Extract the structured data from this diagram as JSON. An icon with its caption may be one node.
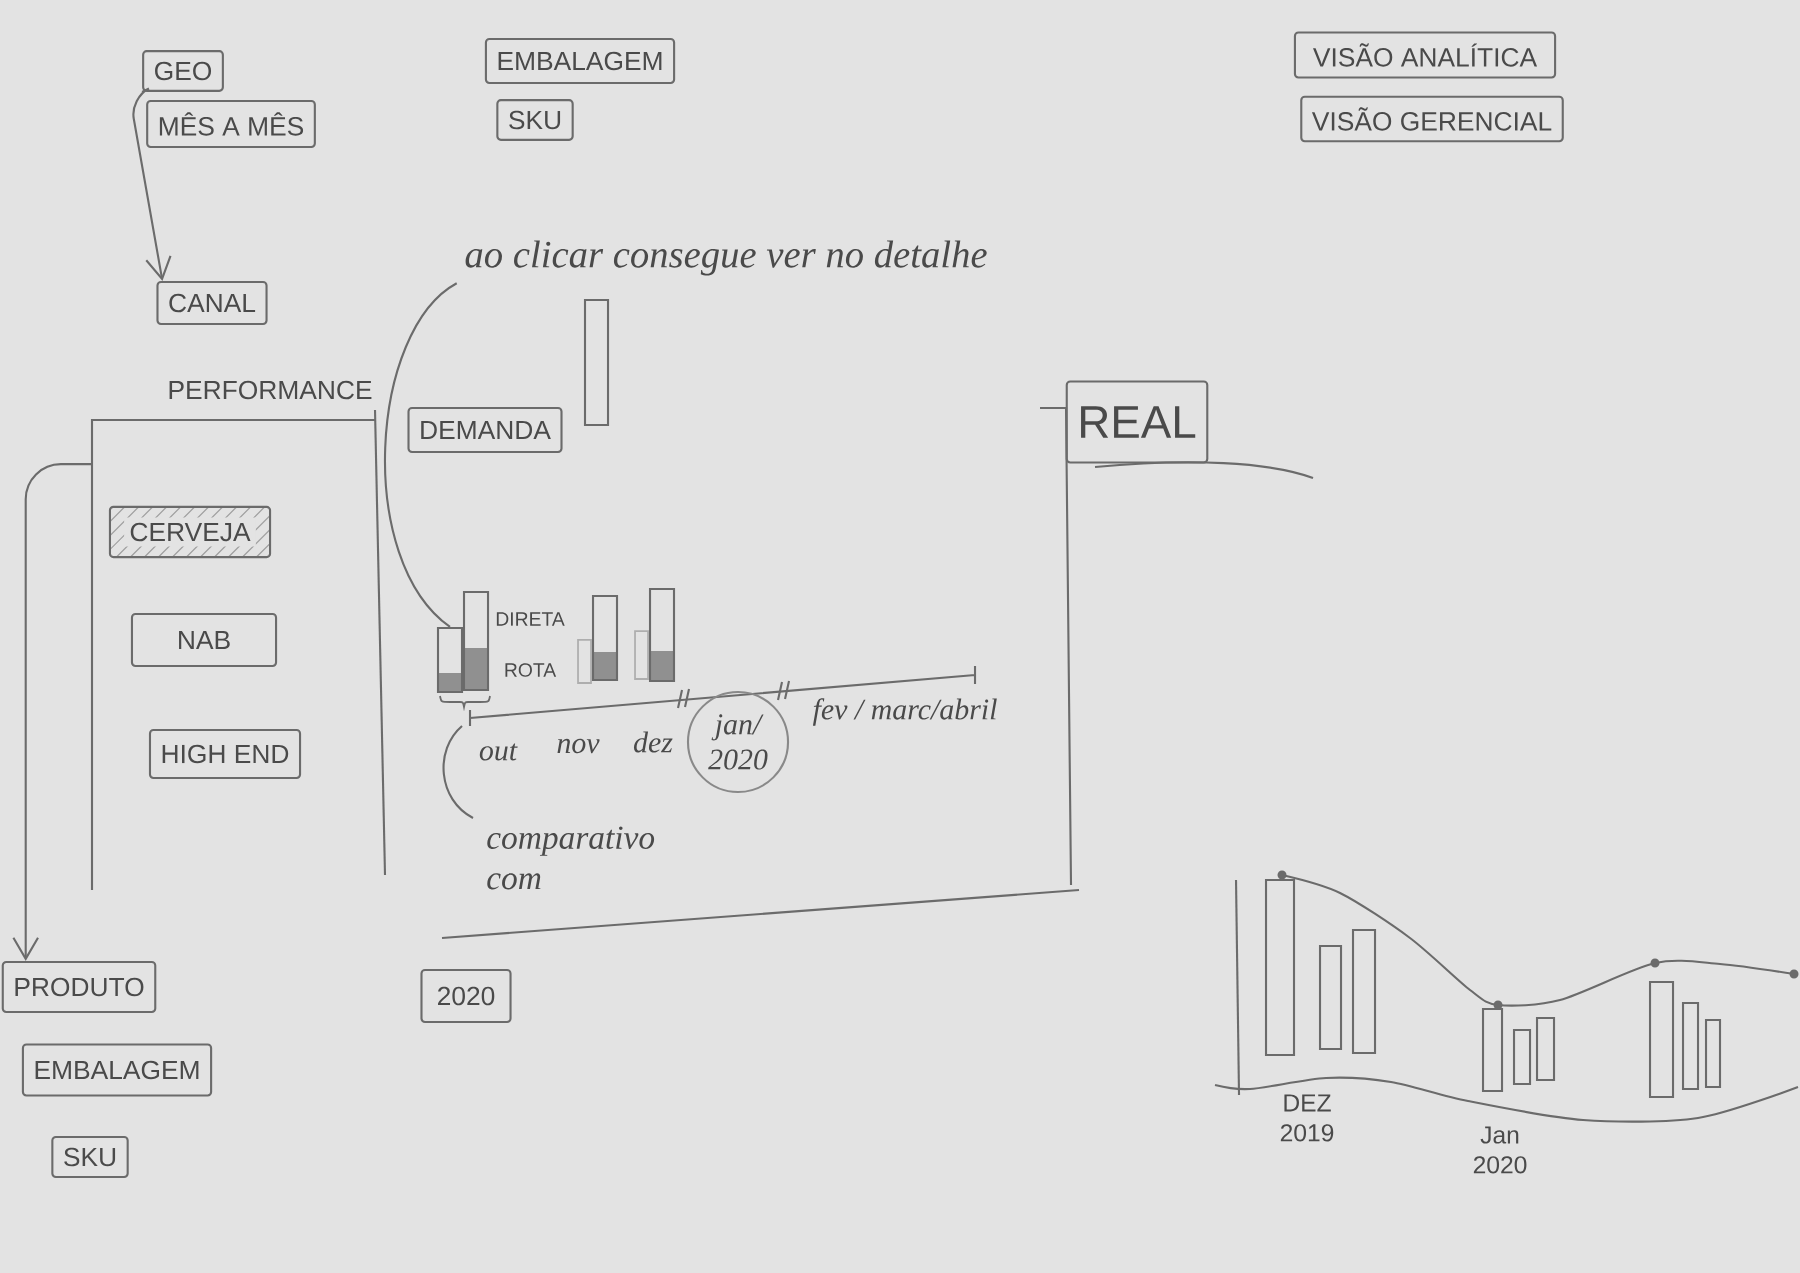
{
  "diagram": {
    "nodes": [
      {
        "text": [
          "GEO"
        ]
      },
      {
        "text": [
          "EMBALAGEM"
        ]
      },
      {
        "text": [
          "VISÃO ANALÍTICA"
        ]
      },
      {
        "text": [
          "MÊS A MÊS"
        ]
      },
      {
        "text": [
          "SKU"
        ]
      },
      {
        "text": [
          "VISÃO GERENCIAL"
        ]
      },
      {
        "text": [
          "ao clicar consegue ver no detalhe"
        ]
      },
      {
        "text": [
          "CANAL"
        ]
      },
      {
        "text": [
          "PERFORMANCE"
        ]
      },
      {
        "text": [
          "CERVEJA"
        ],
        "in": 8
      },
      {
        "text": [
          "NAB"
        ],
        "in": 8
      },
      {
        "text": [
          "HIGH END"
        ],
        "in": 8
      },
      {
        "text": [
          "REAL"
        ]
      },
      {
        "text": [],
        "shape": "box"
      },
      {
        "text": [
          "DEMANDA"
        ],
        "in": 13
      },
      {
        "text": [],
        "shape": "bar",
        "in": 13
      },
      {
        "text": [
          "PRODUTO"
        ]
      },
      {
        "text": [
          "EMBALAGEM"
        ]
      },
      {
        "text": [
          "SKU"
        ]
      },
      {
        "text": [
          "2020"
        ]
      },
      {
        "text": [],
        "shape": "bar"
      }
    ],
    "edges": [
      {
        "from": 0,
        "to": 7,
        "arrow": "to"
      },
      {
        "from": 8,
        "to": 16,
        "arrow": "to"
      },
      {
        "from": 6,
        "to": 15,
        "arrow": "none"
      }
    ],
    "labels": [
      "DIRETA",
      "ROTA",
      "out",
      "nov",
      "dez",
      "jan/ 2020",
      "fev / marc/abril",
      "comparativo com",
      "DEZ 2019",
      "Jan 2020"
    ]
  }
}
